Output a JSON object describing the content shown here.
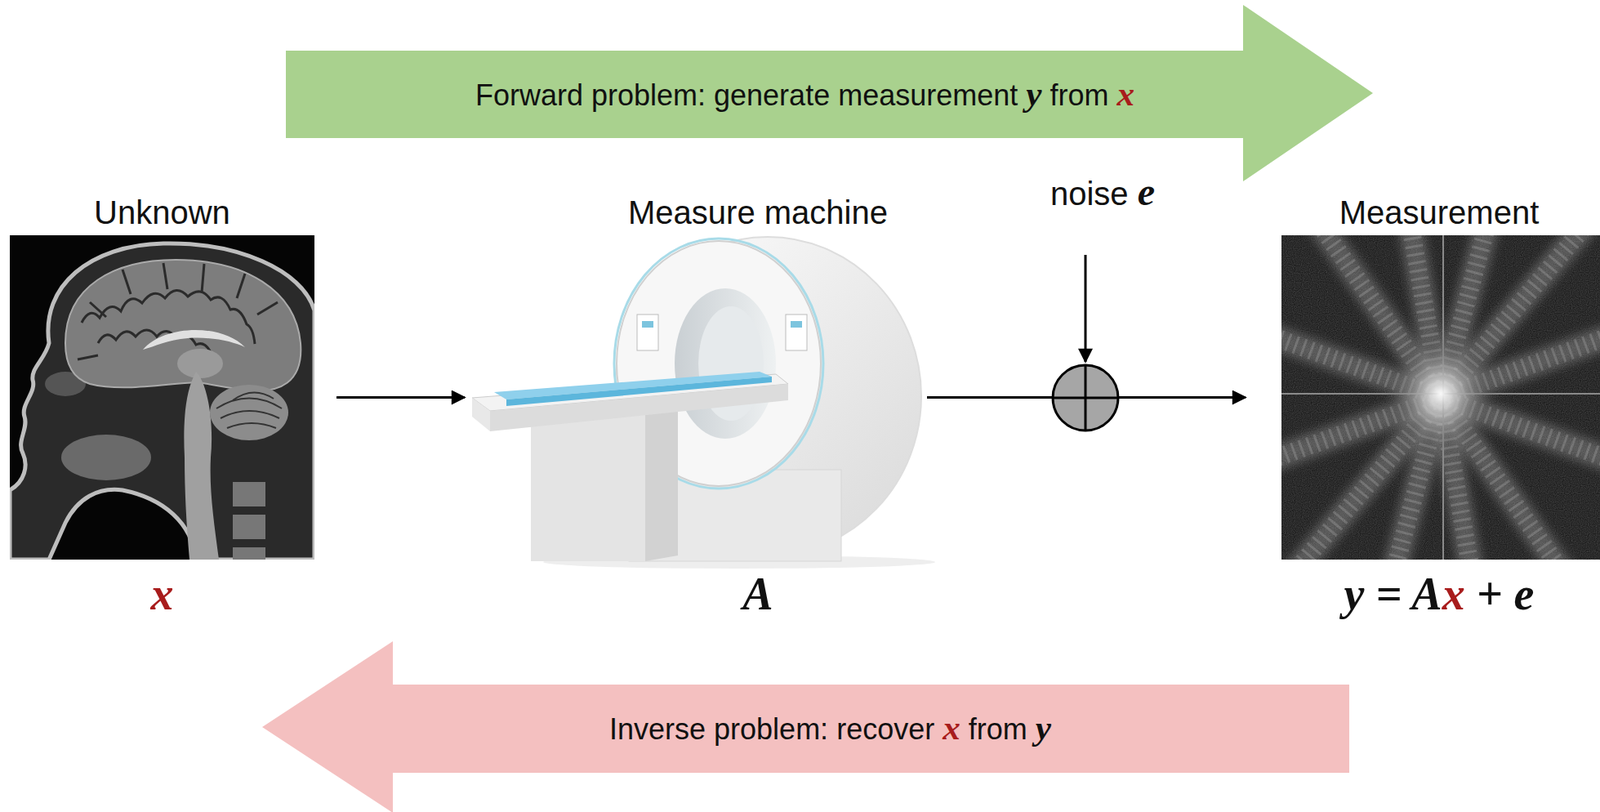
{
  "diagram": {
    "nodes": [
      {
        "text": [
          "Forward problem: generate measurement y from x"
        ]
      },
      {
        "text": [
          "Unknown",
          "x"
        ]
      },
      {
        "text": [
          "Measure machine",
          "A"
        ]
      },
      {
        "text": [
          "Measurement",
          "y = Ax + e"
        ]
      },
      {
        "text": [
          "Inverse problem: recover x from y"
        ]
      }
    ],
    "edges": [
      {
        "from": 1,
        "to": 2,
        "arrow": "to"
      },
      {
        "from": 2,
        "to": 3,
        "arrow": "to"
      }
    ],
    "labels": [
      "noise e"
    ]
  }
}
